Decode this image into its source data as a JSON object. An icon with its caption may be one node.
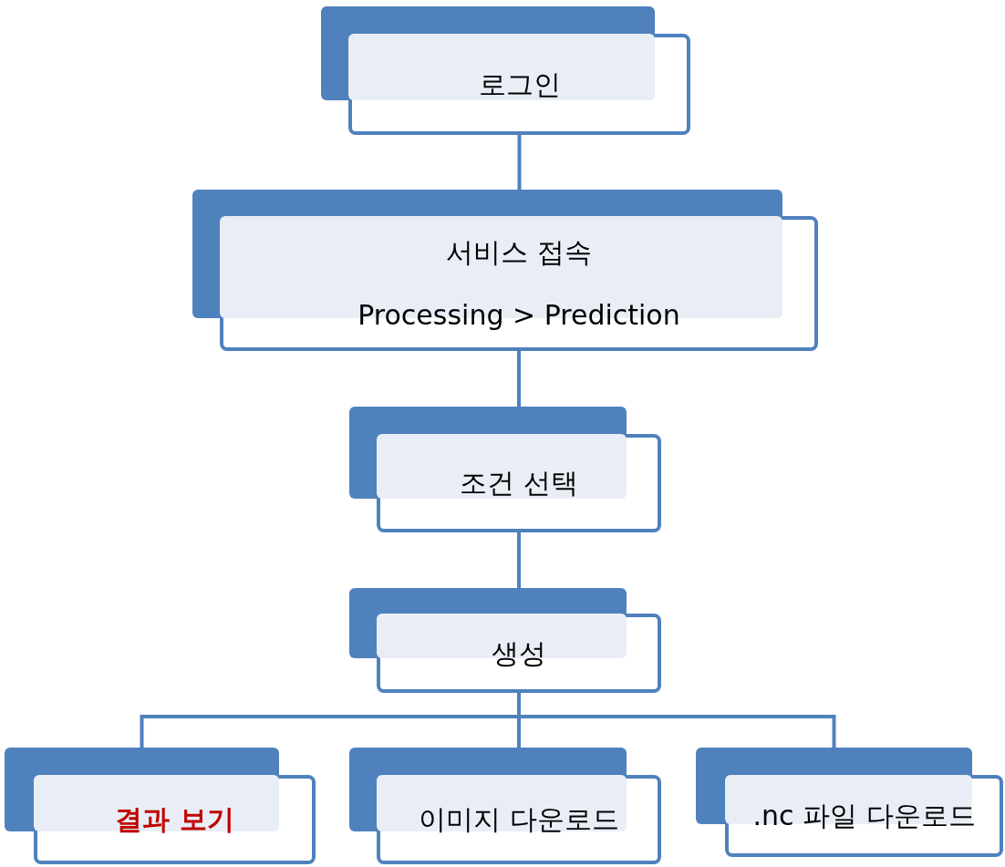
{
  "diagram": {
    "nodes": [
      {
        "text": [
          "로그인"
        ]
      },
      {
        "text": [
          "서비스 접속",
          "Processing > Prediction"
        ]
      },
      {
        "text": [
          "조건 선택"
        ]
      },
      {
        "text": [
          "생성"
        ]
      },
      {
        "text": [
          "결과 보기"
        ]
      },
      {
        "text": [
          "이미지 다운로드"
        ]
      },
      {
        "text": [
          ".nc 파일 다운로드"
        ]
      }
    ],
    "edges": [
      {
        "from": 0,
        "to": 1,
        "arrow": "none"
      },
      {
        "from": 1,
        "to": 2,
        "arrow": "none"
      },
      {
        "from": 2,
        "to": 3,
        "arrow": "none"
      },
      {
        "from": 3,
        "to": 4,
        "arrow": "none"
      },
      {
        "from": 3,
        "to": 5,
        "arrow": "none"
      },
      {
        "from": 3,
        "to": 6,
        "arrow": "none"
      }
    ]
  }
}
